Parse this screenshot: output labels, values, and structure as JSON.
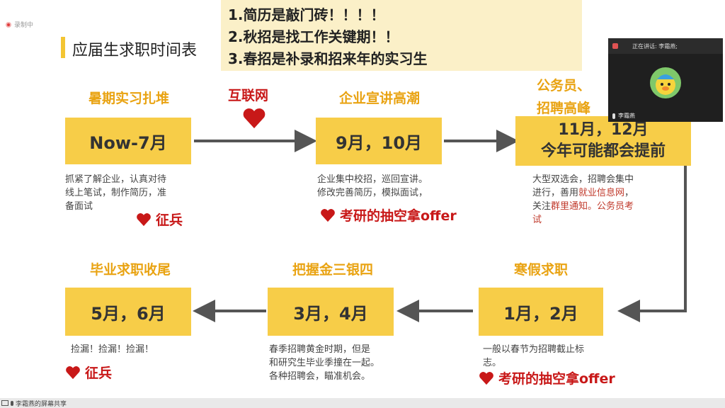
{
  "recording": {
    "label": "录制中"
  },
  "title": "应届生求职时间表",
  "notes": [
    "1.简历是敲门砖！！！！",
    "2.秋招是找工作关键期！！",
    "3.春招是补录和招来年的实习生"
  ],
  "top_row": [
    {
      "stage": "暑期实习扎堆",
      "box": [
        "Now-7月"
      ],
      "desc": [
        "抓紧了解企业，认真对待",
        "线上笔试，制作简历，准",
        "备面试"
      ],
      "tag": "征兵"
    },
    {
      "stage": "企业宣讲高潮",
      "box": [
        "9月，10月"
      ],
      "desc": [
        "企业集中校招，巡回宣讲。",
        "修改完善简历，模拟面试，"
      ],
      "tag": "考研的抽空拿offer"
    },
    {
      "stage": "公务员、",
      "stage2": "招聘高峰",
      "box": [
        "11月，12月",
        "今年可能都会提前"
      ],
      "desc_parts": [
        "大型双选会，招聘会集中",
        "进行，善用",
        "就业信息网",
        "，",
        "关注",
        "群里通知",
        "。公务员考",
        "试"
      ]
    }
  ],
  "between_label": "互联网",
  "bottom_row": [
    {
      "stage": "毕业求职收尾",
      "box": [
        "5月，6月"
      ],
      "desc": [
        "捡漏！捡漏！捡漏！"
      ],
      "tag": "征兵"
    },
    {
      "stage": "把握金三银四",
      "box": [
        "3月，4月"
      ],
      "desc": [
        "春季招聘黄金时期，但是",
        "和研究生毕业季撞在一起。",
        "各种招聘会，瞄准机会。"
      ]
    },
    {
      "stage": "寒假求职",
      "box": [
        "1月，2月"
      ],
      "desc": [
        "一般以春节为招聘截止标",
        "志。"
      ],
      "tag": "考研的抽空拿offer"
    }
  ],
  "camera": {
    "speaking": "正在讲话: 李霜燕;",
    "name": "李霜燕"
  },
  "share_label": "李霜燕的屏幕共享",
  "colors": {
    "box": "#f7cd48",
    "stage": "#e9a312",
    "red": "#c81818",
    "note_bg": "#fbf0c8"
  }
}
